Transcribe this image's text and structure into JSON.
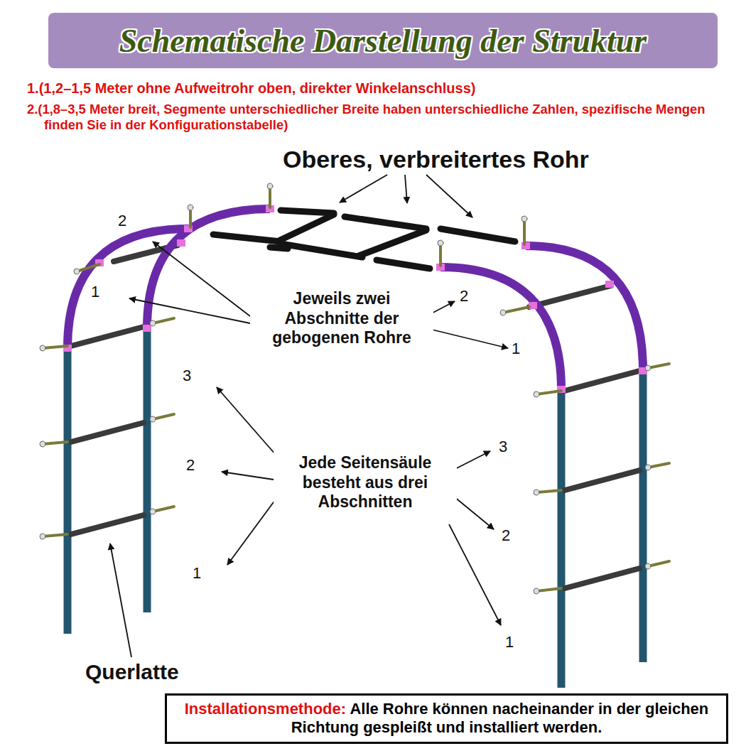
{
  "diagram": {
    "title": "Schematische Darstellung der Struktur",
    "nodes": [
      {
        "text": [
          "Installationsmethode:",
          "Alle Rohre können nacheinander in der gleichen Richtung gespleißt und installiert werden."
        ]
      }
    ],
    "labels": [
      "1.(1,2–1,5 Meter ohne Aufweitrohr oben, direkter Winkelanschluss)",
      "2.(1,8–3,5 Meter breit, Segmente unterschiedlicher Breite haben unterschiedliche Zahlen, spezifische Mengen finden Sie in der Konfigurationstabelle)",
      "Oberes, verbreitertes Rohr",
      "2",
      "1",
      "Jeweils zwei Abschnitte der gebogenen Rohre",
      "2",
      "1",
      "3",
      "2",
      "1",
      "Jede Seitensäule besteht aus drei Abschnitten",
      "3",
      "2",
      "1",
      "Querlatte"
    ]
  }
}
